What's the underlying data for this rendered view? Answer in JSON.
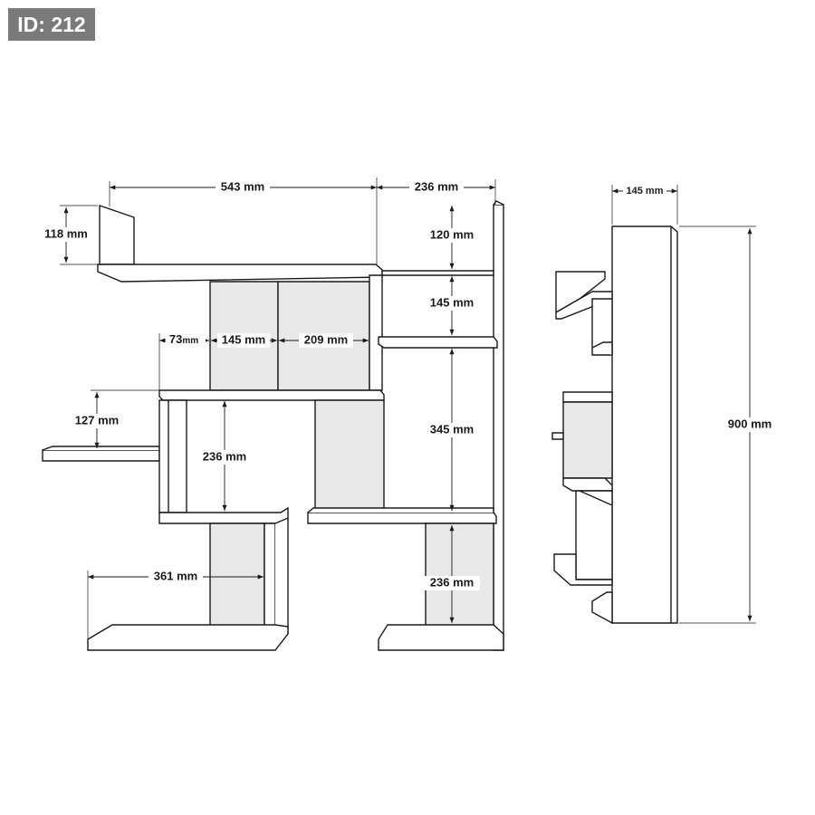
{
  "badge": {
    "label": "ID: 212"
  },
  "front": {
    "dim_total_width": "543 mm",
    "dim_depth_top": "236 mm",
    "dim_side_height": "118 mm",
    "dim_120": "120 mm",
    "dim_145_right": "145 mm",
    "dim_73": "73",
    "dim_73_unit": "mm",
    "dim_145_mid": "145 mm",
    "dim_209": "209 mm",
    "dim_127": "127 mm",
    "dim_236_left": "236 mm",
    "dim_345": "345 mm",
    "dim_361": "361 mm",
    "dim_236_bottom": "236 mm"
  },
  "side": {
    "dim_depth": "145 mm",
    "dim_height": "900 mm"
  },
  "colors": {
    "line": "#1a1a1a",
    "badge": "#7a7a7a"
  }
}
